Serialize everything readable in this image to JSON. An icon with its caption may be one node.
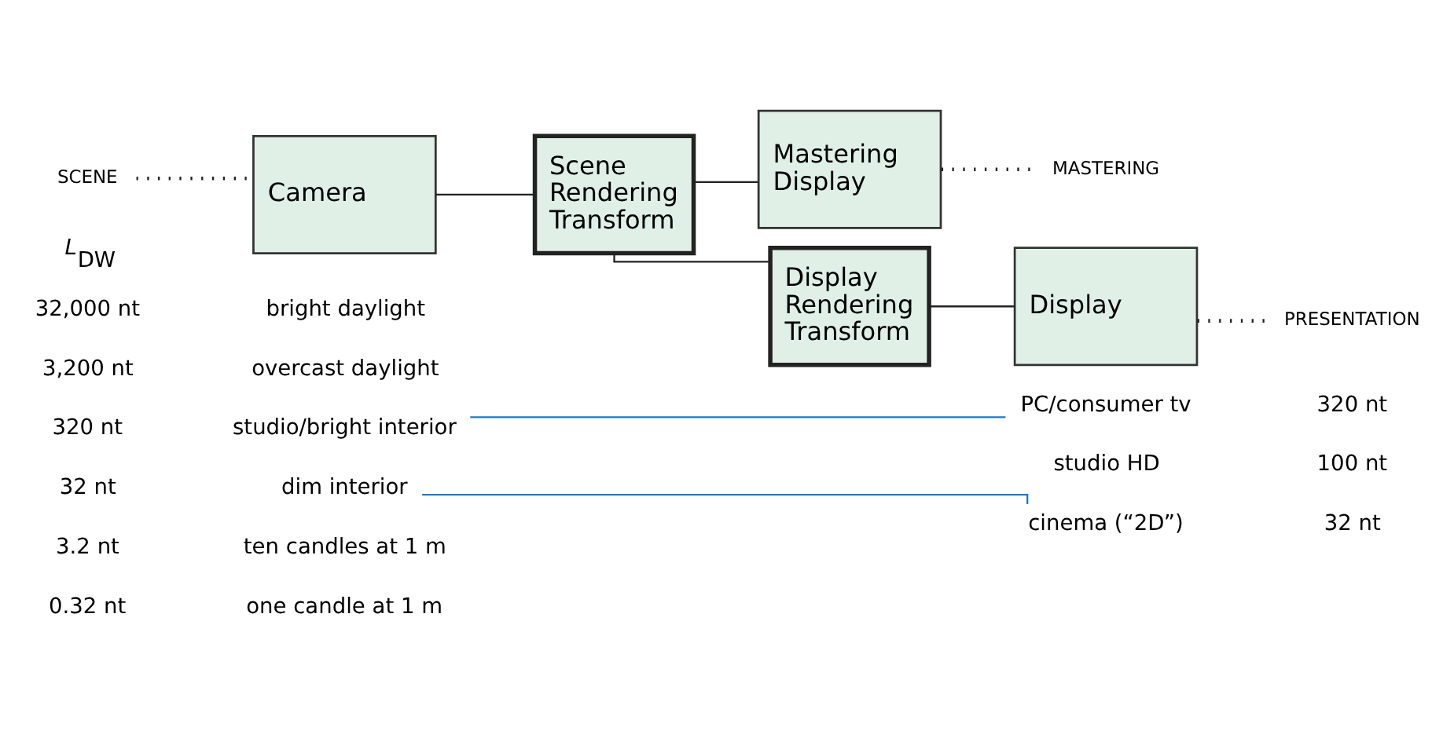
{
  "diagram": {
    "nodes": [
      {
        "text": [
          "SCENE"
        ]
      },
      {
        "text": [
          "Camera"
        ]
      },
      {
        "text": [
          "Scene Rendering Transform"
        ]
      },
      {
        "text": [
          "Mastering Display"
        ]
      },
      {
        "text": [
          "MASTERING"
        ]
      },
      {
        "text": [
          "Display Rendering Transform"
        ]
      },
      {
        "text": [
          "Display"
        ]
      },
      {
        "text": [
          "PRESENTATION"
        ]
      },
      {
        "text": [
          "studio/bright interior"
        ]
      },
      {
        "text": [
          "PC/consumer tv"
        ]
      },
      {
        "text": [
          "dim interior"
        ]
      },
      {
        "text": [
          "cinema (“2D”)"
        ]
      }
    ],
    "edges": [
      {
        "from": 0,
        "to": 1,
        "arrow": "none",
        "style": "dashed"
      },
      {
        "from": 1,
        "to": 2,
        "arrow": "none"
      },
      {
        "from": 2,
        "to": 3,
        "arrow": "none"
      },
      {
        "from": 3,
        "to": 4,
        "arrow": "none",
        "style": "dashed"
      },
      {
        "from": 2,
        "to": 5,
        "arrow": "none"
      },
      {
        "from": 5,
        "to": 6,
        "arrow": "none"
      },
      {
        "from": 6,
        "to": 7,
        "arrow": "none",
        "style": "dashed"
      },
      {
        "from": 8,
        "to": 9,
        "arrow": "none",
        "color": "#1a7ac8"
      },
      {
        "from": 10,
        "to": 11,
        "arrow": "none",
        "color": "#1a7ac8"
      }
    ],
    "labels": [
      "*L*$_{DW}$",
      "32,000 nt",
      "bright daylight",
      "3,200 nt",
      "overcast daylight",
      "320 nt",
      "320 nt",
      "studio HD",
      "100 nt",
      "32 nt",
      "32 nt",
      "3.2 nt",
      "ten candles at 1 m",
      "0.32 nt",
      "one candle at 1 m"
    ]
  }
}
